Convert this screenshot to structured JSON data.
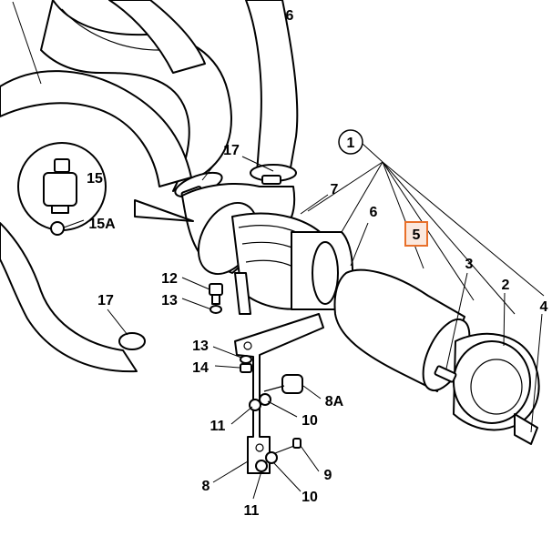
{
  "labels": {
    "p1": "1",
    "p2": "2",
    "p3": "3",
    "p4": "4",
    "p5": "5",
    "p6a": "6",
    "p6b": "6",
    "p7": "7",
    "p8": "8",
    "p8a": "8A",
    "p9": "9",
    "p10a": "10",
    "p10b": "10",
    "p11a": "11",
    "p11b": "11",
    "p12": "12",
    "p13a": "13",
    "p13b": "13",
    "p14": "14",
    "p15": "15",
    "p15a": "15A",
    "p17a": "17",
    "p17b": "17"
  },
  "colors": {
    "highlight_border": "#e8702a",
    "highlight_fill": "#fbe8dd",
    "line": "#000000"
  }
}
